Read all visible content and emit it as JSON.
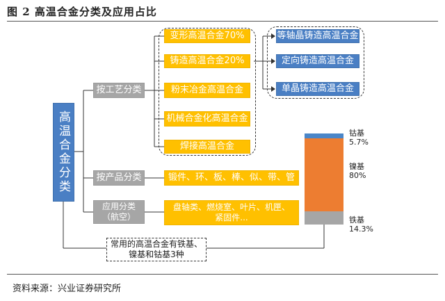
{
  "figure_title": "图 2   高温合金分类及应用占比",
  "source": "资料来源：兴业证券研究所",
  "main_node": "高温合金分类",
  "process_branch": {
    "label": "按工艺分类",
    "items": [
      "变形高温合金70%",
      "铸造高温合金20%",
      "粉末冶金高温合金",
      "机械合金化高温合金",
      "焊接高温合金"
    ]
  },
  "casting_types": [
    "等轴晶铸造高温合金",
    "定向铸造高温合金",
    "单晶铸造高温合金"
  ],
  "product_branch": {
    "label": "按产品分类",
    "items": "锻件、环、板、棒、似、带、管"
  },
  "application_branch": {
    "label_line1": "应用分类",
    "label_line2": "（航空）",
    "items_line1": "盘轴类、燃烧室、叶片、机匣、",
    "items_line2": "紧固件..."
  },
  "base_note": {
    "line1": "常用的高温合金有铁基、",
    "line2": "镍基和钴基3种"
  },
  "composition": {
    "segments": [
      {
        "name": "钴基",
        "percent_label": "5.7%",
        "value": 5.7,
        "color": "#4a86c8"
      },
      {
        "name": "镍基",
        "percent_label": "80%",
        "value": 80,
        "color": "#ed7d31"
      },
      {
        "name": "铁基",
        "percent_label": "14.3%",
        "value": 14.3,
        "color": "#a6a6a6"
      }
    ]
  },
  "colors": {
    "blue": "#4a7fc4",
    "gray": "#a6a6a6",
    "yellow": "#ffc000",
    "orange": "#ed7d31"
  }
}
